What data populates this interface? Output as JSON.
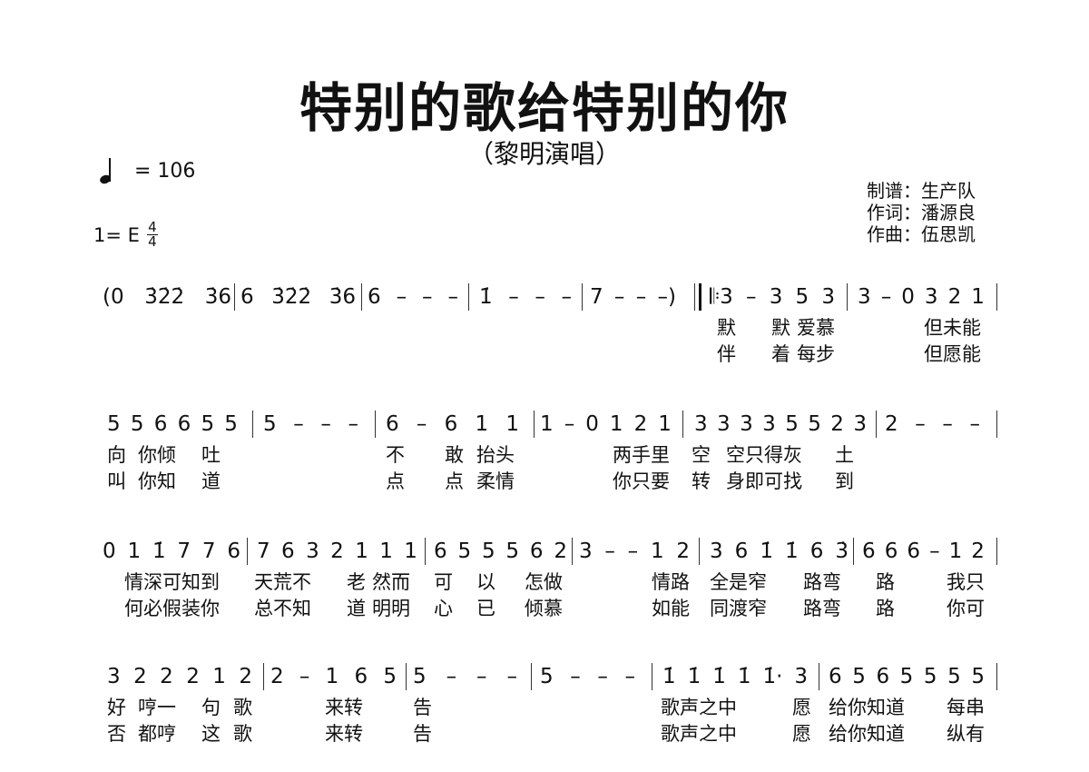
{
  "title": "特别的歌给特别的你",
  "subtitle": "（黎明演唱）",
  "tempo": {
    "symbol": "quarter-note",
    "value": "= 106"
  },
  "key": {
    "label": "1= E",
    "time_top": "4",
    "time_bottom": "4"
  },
  "credits": [
    "制谱：生产队",
    "作词：潘源良",
    "作曲：伍思凯"
  ],
  "rows": [
    {
      "measures": [
        [
          "(0",
          "3̇2̇2̇",
          "3̇6"
        ],
        [
          "6",
          "3̇2̇2̇",
          "3̇6"
        ],
        [
          "6",
          "–",
          "–",
          "–"
        ],
        [
          "1̇",
          "–",
          "–",
          "–"
        ],
        [
          "7",
          "–",
          "–",
          "–)"
        ],
        [
          "𝄆3",
          "–",
          "3",
          "5",
          "3"
        ],
        [
          "3",
          "–",
          "0",
          "3",
          "2",
          "1"
        ]
      ],
      "lyrics1": [
        "默",
        "默",
        "爱慕",
        "但未能"
      ],
      "lyrics2": [
        "伴",
        "着",
        "每步",
        "但愿能"
      ]
    },
    {
      "measures": [
        [
          "5",
          "5",
          "6",
          "6",
          "5",
          "5"
        ],
        [
          "5",
          "–",
          "–",
          "–"
        ],
        [
          "6",
          "–",
          "6",
          "1",
          "1"
        ],
        [
          "1",
          "–",
          "0",
          "1",
          "2",
          "1"
        ],
        [
          "3",
          "3",
          "3",
          "3",
          "5",
          "5",
          "2",
          "3"
        ],
        [
          "2",
          "–",
          "–",
          "–"
        ]
      ],
      "lyrics1": [
        "向",
        "你倾",
        "吐",
        "不",
        "敢",
        "抬头",
        "两手里",
        "空",
        "空只得灰",
        "土"
      ],
      "lyrics2": [
        "叫",
        "你知",
        "道",
        "点",
        "点",
        "柔情",
        "你只要",
        "转",
        "身即可找",
        "到"
      ]
    },
    {
      "measures": [
        [
          "0",
          "1",
          "1̇",
          "7",
          "7",
          "6"
        ],
        [
          "7",
          "6",
          "3",
          "2",
          "1",
          "1",
          "1"
        ],
        [
          "6",
          "5",
          "5",
          "5",
          "6",
          "2"
        ],
        [
          "3",
          "–",
          "–",
          "1",
          "2"
        ],
        [
          "3",
          "6",
          "1̇",
          "1̇",
          "6",
          "3̇"
        ],
        [
          "6",
          "6",
          "6",
          "–",
          "1",
          "2"
        ]
      ],
      "lyrics1": [
        "情深可知到",
        "天荒不",
        "老",
        "然而",
        "可",
        "以",
        "怎做",
        "情路",
        "全是窄",
        "路弯",
        "路",
        "我只"
      ],
      "lyrics2": [
        "何必假装你",
        "总不知",
        "道",
        "明明",
        "心",
        "已",
        "倾慕",
        "如能",
        "同渡窄",
        "路弯",
        "路",
        "你可"
      ]
    },
    {
      "measures": [
        [
          "3",
          "2",
          "2",
          "2",
          "1",
          "2"
        ],
        [
          "2",
          "–",
          "1",
          "6",
          "5"
        ],
        [
          "5",
          "–",
          "–",
          "–"
        ],
        [
          "5",
          "–",
          "–",
          "–"
        ],
        [
          "1̇",
          "1̇",
          "1̇",
          "1̇",
          "1̇·",
          "3"
        ],
        [
          "6",
          "5",
          "6",
          "5",
          "5",
          "5",
          "5"
        ]
      ],
      "lyrics1": [
        "好",
        "哼一",
        "句",
        "歌",
        "来转",
        "告",
        "歌声之中",
        "愿",
        "给你知道",
        "每串"
      ],
      "lyrics2": [
        "否",
        "都哼",
        "这",
        "歌",
        "来转",
        "告",
        "歌声之中",
        "愿",
        "给你知道",
        "纵有"
      ]
    }
  ]
}
